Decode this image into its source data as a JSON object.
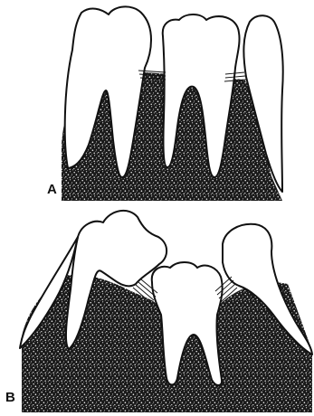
{
  "panels": [
    {
      "id": "A",
      "label": "A"
    },
    {
      "id": "B",
      "label": "B"
    }
  ],
  "colors": {
    "background": "#ffffff",
    "bone_fill": "#1a1a1a",
    "bone_speckle": "#e8e8e8",
    "tooth_fill": "#ffffff",
    "outline": "#111111"
  }
}
